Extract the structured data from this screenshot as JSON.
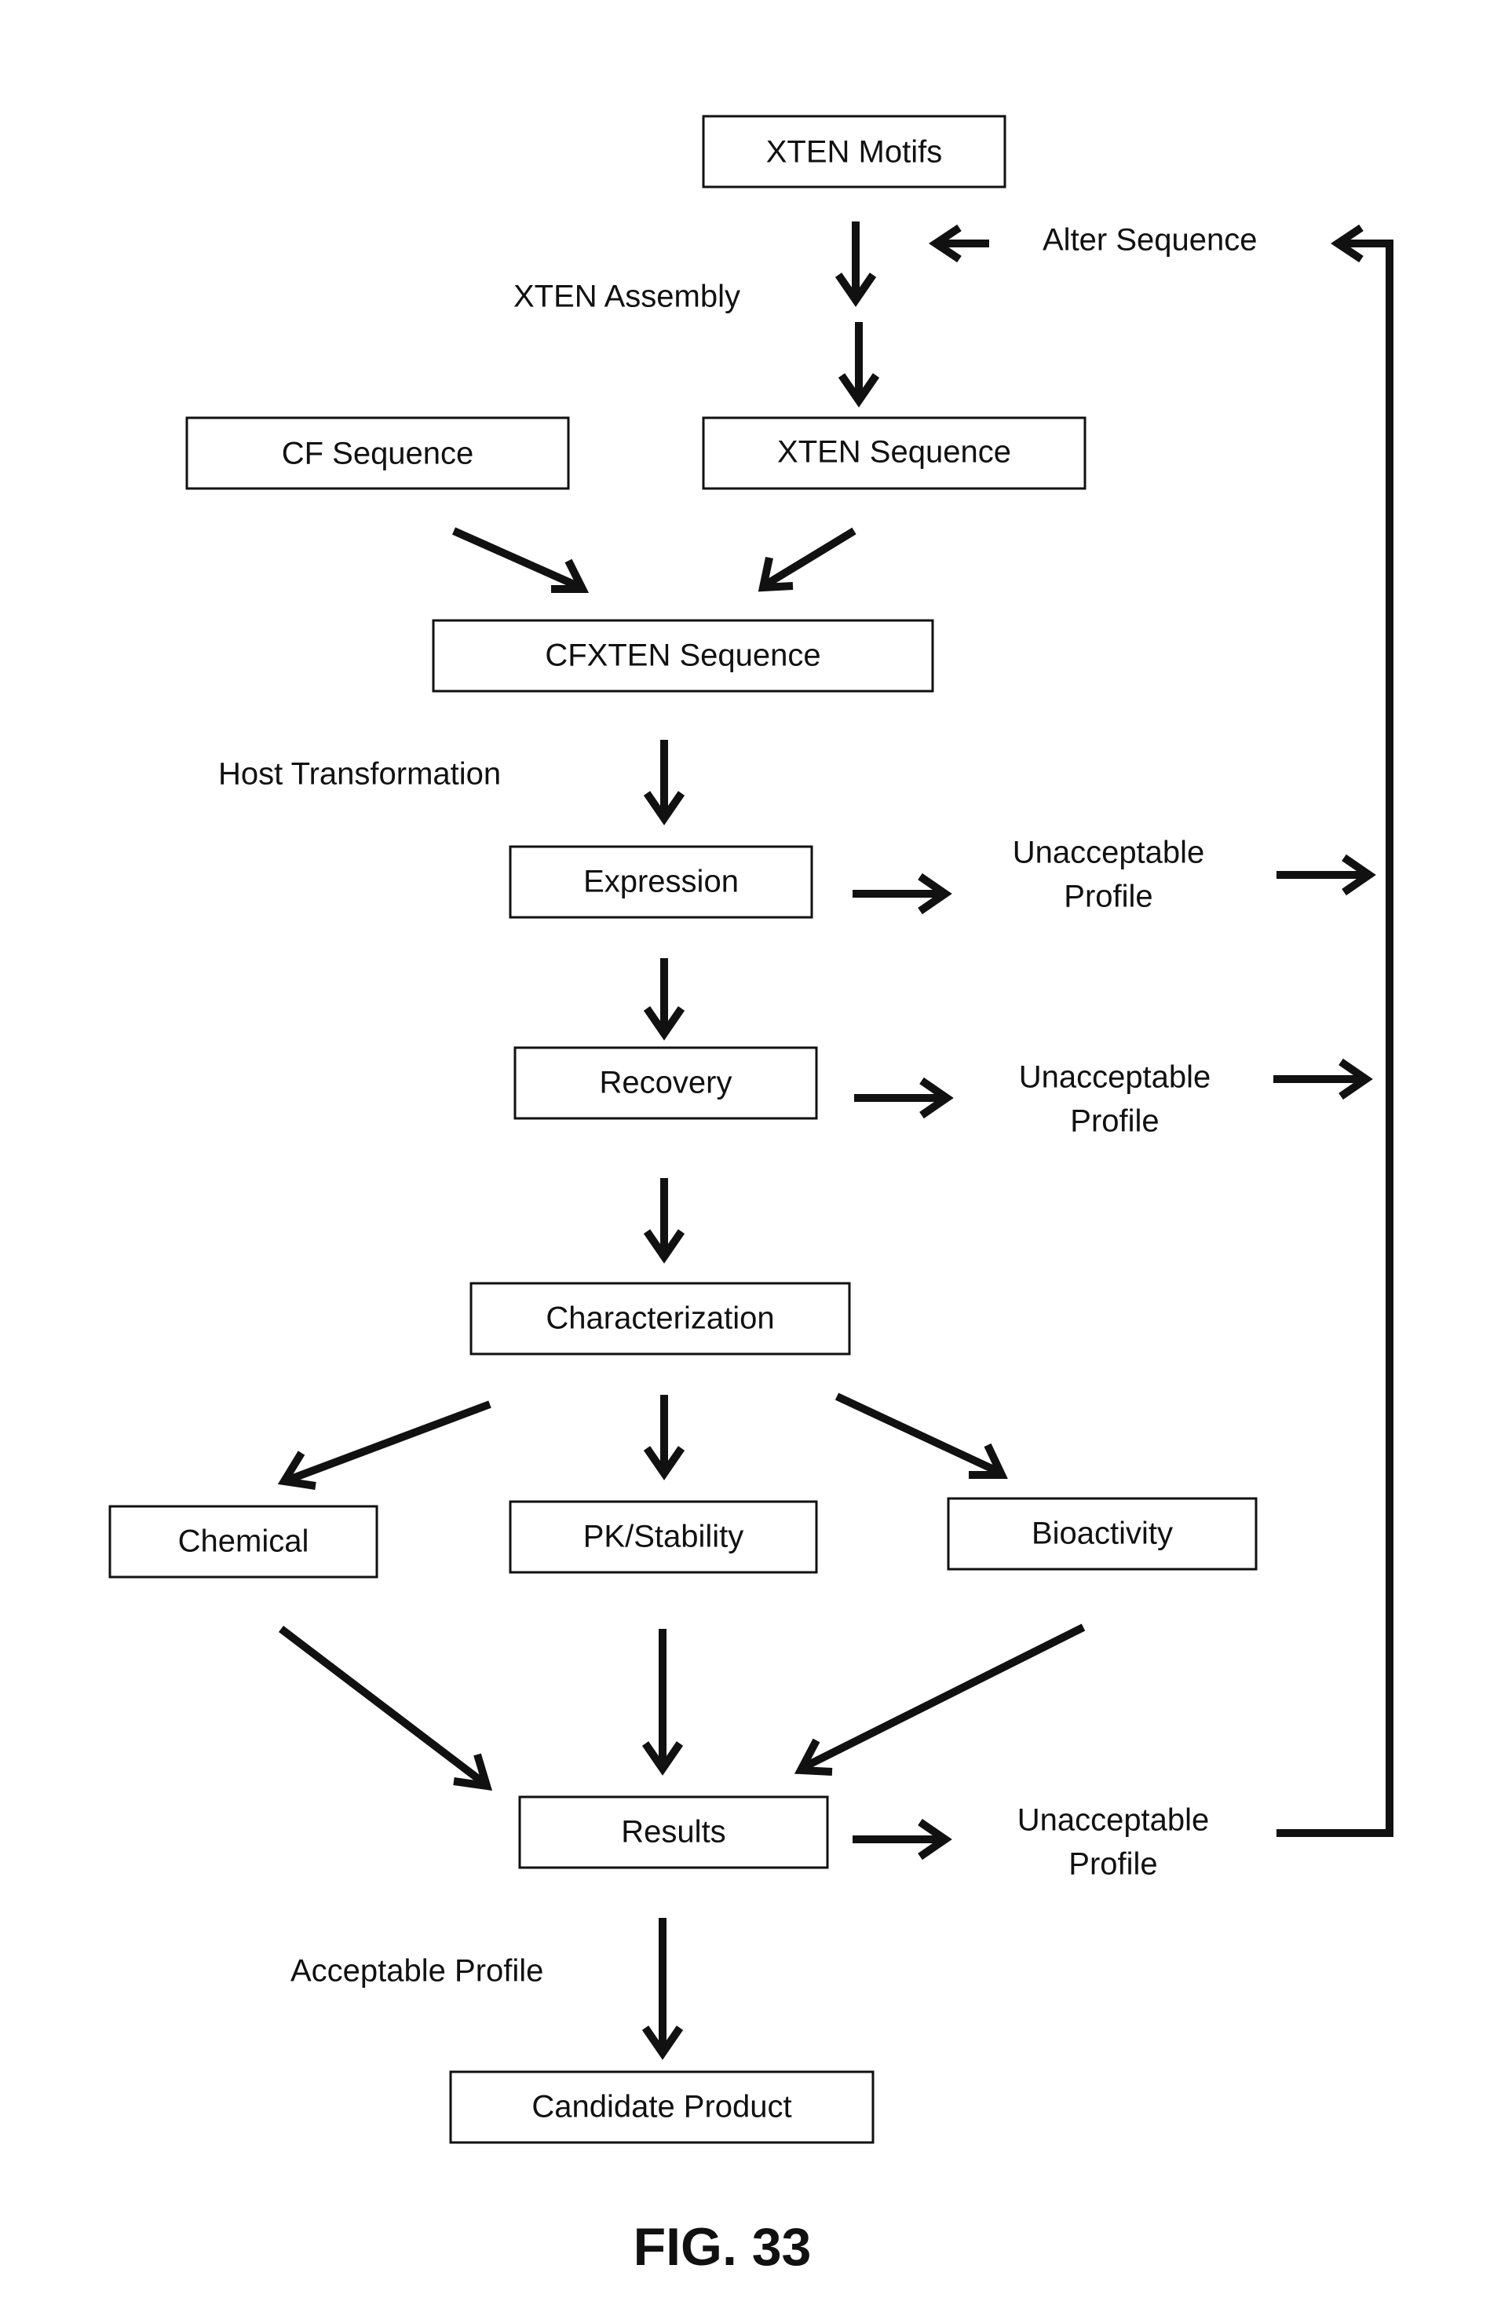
{
  "diagram": {
    "nodes": {
      "xten_motifs": "XTEN Motifs",
      "cf_sequence": "CF Sequence",
      "xten_sequence": "XTEN Sequence",
      "cfxten_sequence": "CFXTEN Sequence",
      "expression": "Expression",
      "recovery": "Recovery",
      "characterization": "Characterization",
      "chemical": "Chemical",
      "pk_stability": "PK/Stability",
      "bioactivity": "Bioactivity",
      "results": "Results",
      "candidate_product": "Candidate Product"
    },
    "labels": {
      "alter_sequence": "Alter Sequence",
      "xten_assembly": "XTEN Assembly",
      "host_transformation": "Host Transformation",
      "unacceptable_1_line1": "Unacceptable",
      "unacceptable_1_line2": "Profile",
      "unacceptable_2_line1": "Unacceptable",
      "unacceptable_2_line2": "Profile",
      "unacceptable_3_line1": "Unacceptable",
      "unacceptable_3_line2": "Profile",
      "acceptable_profile": "Acceptable Profile"
    },
    "figure_label": "FIG. 33"
  }
}
